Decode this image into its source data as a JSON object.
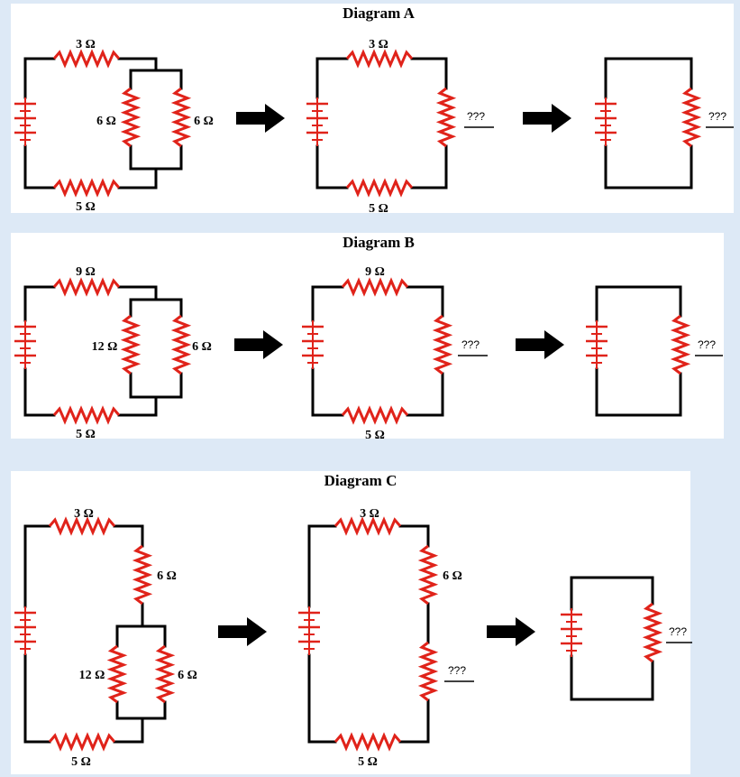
{
  "diagrams": {
    "a": {
      "title": "Diagram A",
      "step1": {
        "top": "3 Ω",
        "left_parallel": "6 Ω",
        "right_parallel": "6 Ω",
        "bottom": "5 Ω"
      },
      "step2": {
        "top": "3 Ω",
        "unknown": "???",
        "bottom": "5 Ω"
      },
      "step3": {
        "unknown": "???"
      }
    },
    "b": {
      "title": "Diagram B",
      "step1": {
        "top": "9 Ω",
        "left_parallel": "12 Ω",
        "right_parallel": "6 Ω",
        "bottom": "5 Ω"
      },
      "step2": {
        "top": "9 Ω",
        "unknown": "???",
        "bottom": "5 Ω"
      },
      "step3": {
        "unknown": "???"
      }
    },
    "c": {
      "title": "Diagram C",
      "step1": {
        "top": "3 Ω",
        "series_right": "6 Ω",
        "left_parallel": "12 Ω",
        "right_parallel": "6 Ω",
        "bottom": "5 Ω"
      },
      "step2": {
        "top": "3 Ω",
        "series_right": "6 Ω",
        "unknown": "???",
        "bottom": "5 Ω"
      },
      "step3": {
        "unknown": "???"
      }
    }
  },
  "colors": {
    "background": "#dde9f6",
    "panel": "#ffffff",
    "wire": "#000000",
    "resistor": "#e0231a"
  },
  "icons": [
    "battery-icon",
    "resistor-icon",
    "arrow-right-icon"
  ]
}
